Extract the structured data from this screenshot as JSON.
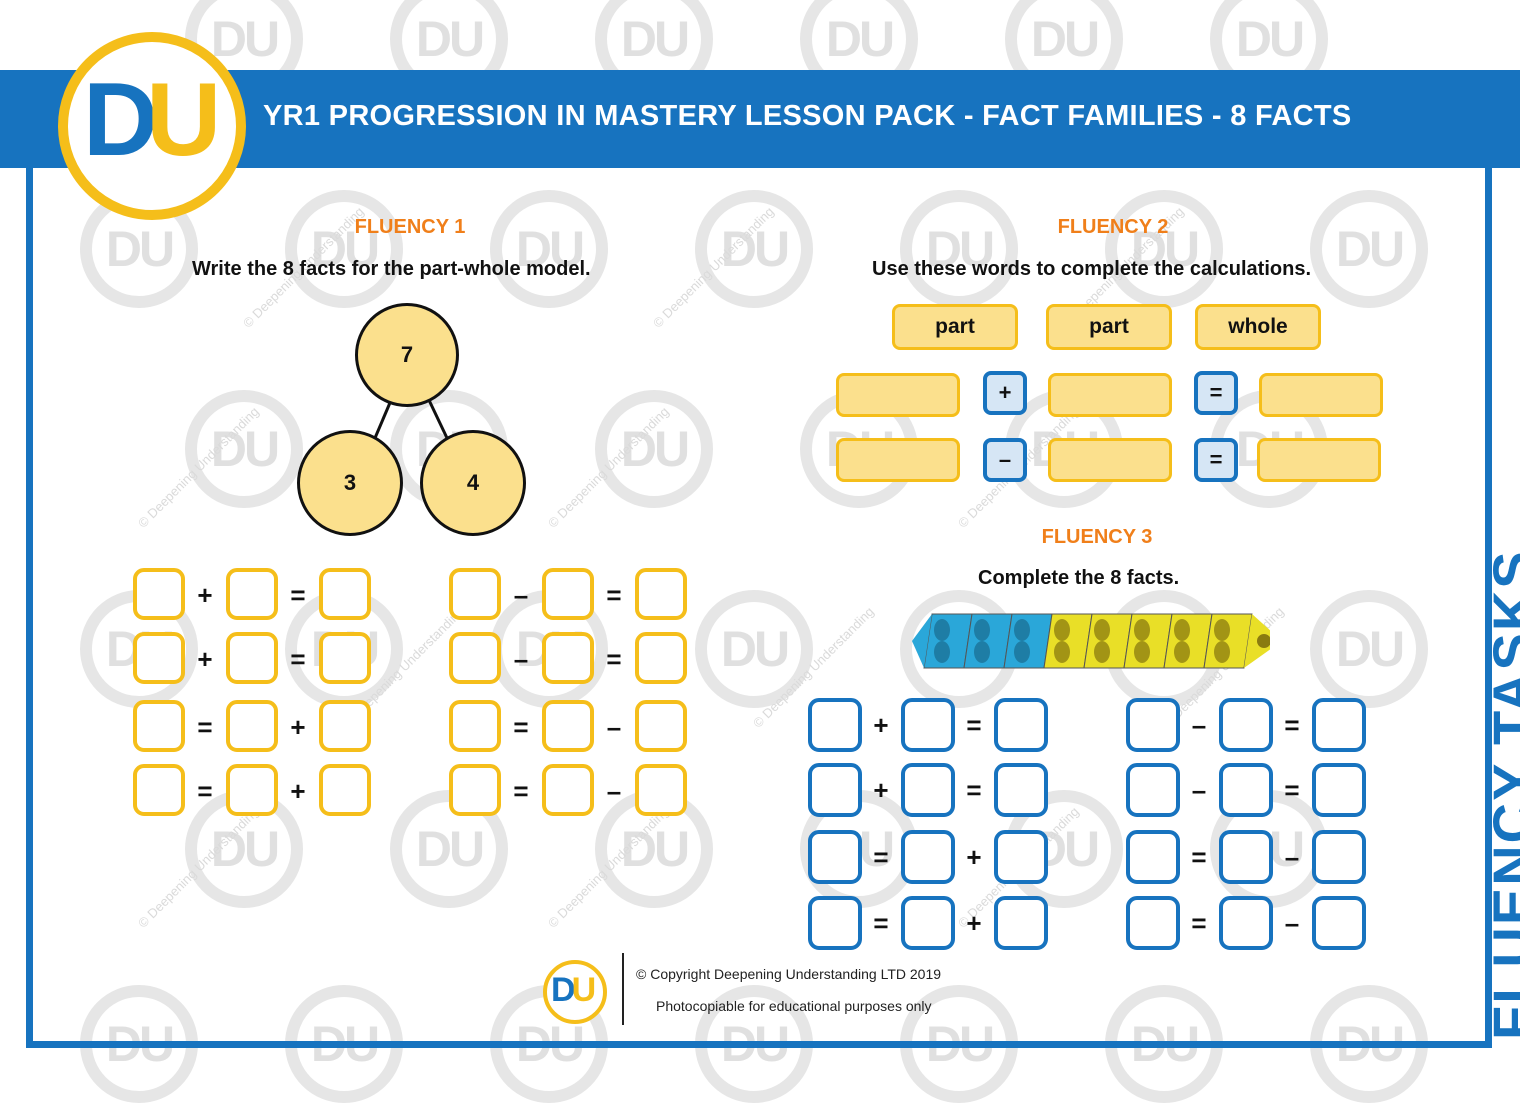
{
  "header": {
    "title": "YR1 PROGRESSION IN MASTERY LESSON PACK - FACT FAMILIES - 8 FACTS"
  },
  "logo": {
    "d": "D",
    "u": "U"
  },
  "watermark": {
    "letters": "DU",
    "text": "© Deepening Understanding"
  },
  "fluency1": {
    "heading": "FLUENCY 1",
    "instruction": "Write the 8 facts for the part-whole model.",
    "whole": "7",
    "part_a": "3",
    "part_b": "4",
    "ops_left": [
      [
        "+",
        "="
      ],
      [
        "+",
        "="
      ],
      [
        "=",
        "+"
      ],
      [
        "=",
        "+"
      ]
    ],
    "ops_right": [
      [
        "–",
        "="
      ],
      [
        "–",
        "="
      ],
      [
        "=",
        "–"
      ],
      [
        "=",
        "–"
      ]
    ]
  },
  "fluency2": {
    "heading": "FLUENCY 2",
    "instruction": "Use these words to complete the calculations.",
    "words": [
      "part",
      "part",
      "whole"
    ],
    "row1_ops": [
      "+",
      "="
    ],
    "row2_ops": [
      "–",
      "="
    ]
  },
  "fluency3": {
    "heading": "FLUENCY 3",
    "instruction": "Complete the 8 facts.",
    "cubes": {
      "blue_count": 3,
      "yellow_count": 5,
      "blue_color": "#2aa7d9",
      "yellow_color": "#e9df27"
    },
    "ops_left": [
      [
        "+",
        "="
      ],
      [
        "+",
        "="
      ],
      [
        "=",
        "+"
      ],
      [
        "=",
        "+"
      ]
    ],
    "ops_right": [
      [
        "–",
        "="
      ],
      [
        "–",
        "="
      ],
      [
        "=",
        "–"
      ],
      [
        "=",
        "–"
      ]
    ]
  },
  "side_label": "FLUENCY TASKS",
  "footer": {
    "copyright": "© Copyright Deepening Understanding LTD 2019",
    "note": "Photocopiable for educational purposes only"
  },
  "colors": {
    "brand_blue": "#1773bf",
    "brand_yellow": "#f5be1a",
    "heading_orange": "#f07f1a"
  }
}
